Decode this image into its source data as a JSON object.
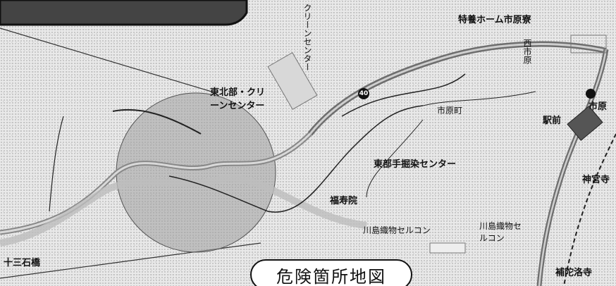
{
  "title": "危険箇所地図",
  "labels": {
    "tokuyo_home": "特養ホーム市原寮",
    "green_center_vertical": "クリーンセンター",
    "tohokubu_green_center": "東北部・クリーンセンター",
    "ichihara_cho": "市原町",
    "nishi_ichihara": "西市原",
    "ekimae": "駅前",
    "ichihara": "市原",
    "hebisai": "東部手掘染センター",
    "fukujuin": "福寿院",
    "kawashima_selcon": "川島織物セルコン",
    "kawashima_selcon_2": "川島織物セルコン",
    "jusangoku_bashi": "十三石橋",
    "kamiga_temple": "神宮寺",
    "tamida_temple": "補陀洛寺",
    "route_number": "40"
  },
  "colors": {
    "road": "#7a7a7a",
    "river": "#c9c9c9",
    "railway": "#222222",
    "danger_circle": "#a7a7a7"
  }
}
